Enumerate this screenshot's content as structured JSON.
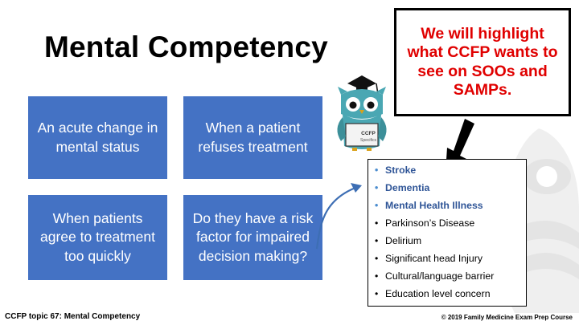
{
  "slide": {
    "title": "Mental Competency",
    "tiles": [
      "An acute change in mental status",
      "When a patient refuses treatment",
      "When patients agree to treatment too quickly",
      "Do they have a risk factor for impaired decision making?"
    ]
  },
  "callout": {
    "text": "We will highlight  what CCFP wants to see on SOOs and SAMPs."
  },
  "badge": {
    "label": "CCFP",
    "sublabel": "Specifics"
  },
  "risk_factors": [
    {
      "label": "Stroke",
      "highlighted": true
    },
    {
      "label": "Dementia",
      "highlighted": true
    },
    {
      "label": "Mental Health Illness",
      "highlighted": true
    },
    {
      "label": "Parkinson’s Disease",
      "highlighted": false
    },
    {
      "label": "Delirium",
      "highlighted": false
    },
    {
      "label": "Significant head Injury",
      "highlighted": false
    },
    {
      "label": "Cultural/language barrier",
      "highlighted": false
    },
    {
      "label": "Education level concern",
      "highlighted": false
    }
  ],
  "footer": {
    "topic": "CCFP topic 67: Mental Competency",
    "copyright": "© 2019 Family Medicine Exam Prep Course"
  },
  "colors": {
    "tile_bg": "#4472c4",
    "callout_text": "#e00000",
    "highlight_text": "#2f5597"
  }
}
